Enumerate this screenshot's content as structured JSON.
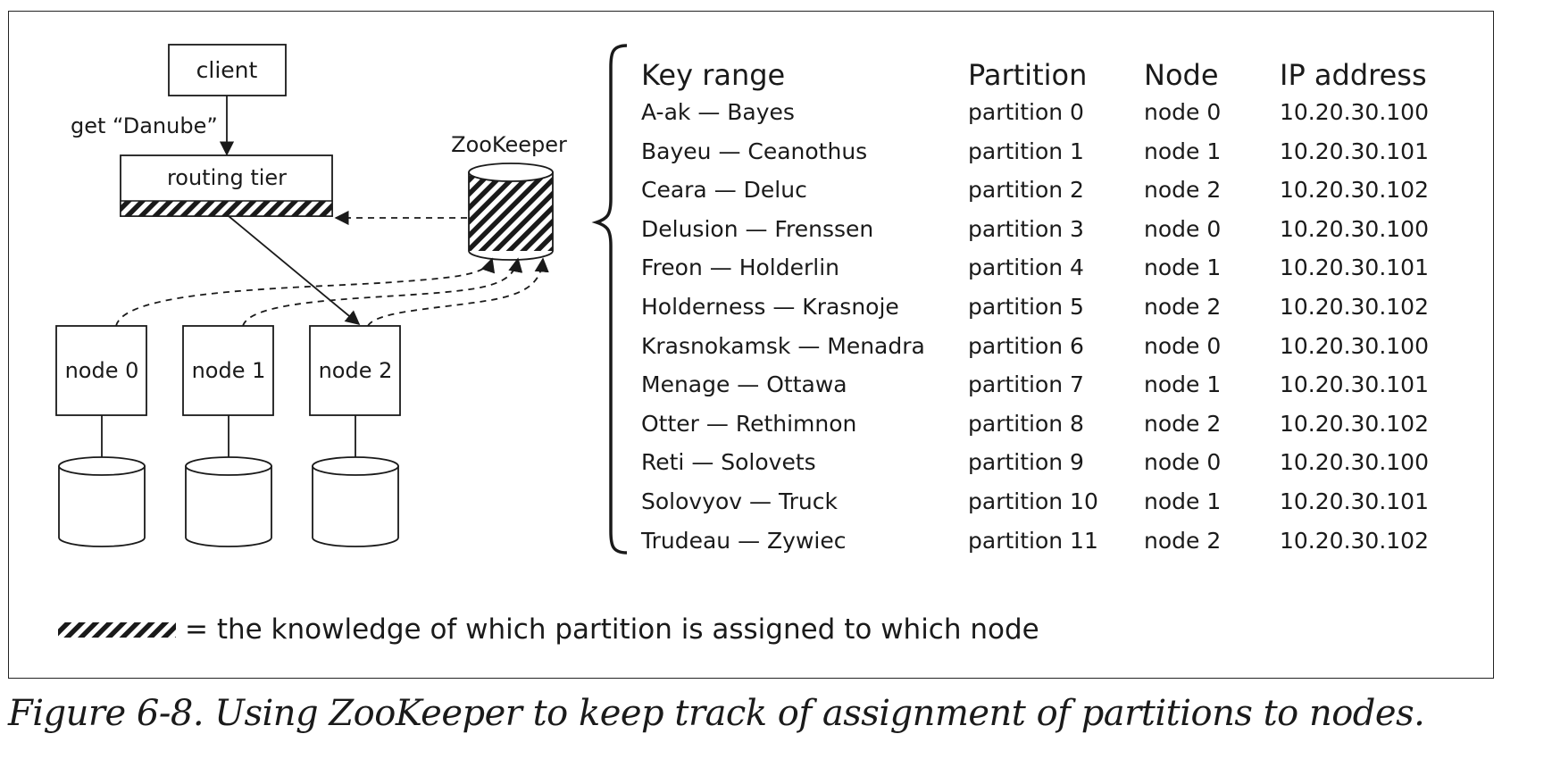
{
  "diagram": {
    "client_label": "client",
    "request_label": "get “Danube”",
    "routing_tier_label": "routing tier",
    "zookeeper_label": "ZooKeeper",
    "nodes": [
      "node 0",
      "node 1",
      "node 2"
    ]
  },
  "table": {
    "headers": [
      "Key range",
      "Partition",
      "Node",
      "IP address"
    ],
    "rows": [
      [
        "A-ak — Bayes",
        "partition 0",
        "node 0",
        "10.20.30.100"
      ],
      [
        "Bayeu — Ceanothus",
        "partition 1",
        "node 1",
        "10.20.30.101"
      ],
      [
        "Ceara — Deluc",
        "partition 2",
        "node 2",
        "10.20.30.102"
      ],
      [
        "Delusion — Frenssen",
        "partition 3",
        "node 0",
        "10.20.30.100"
      ],
      [
        "Freon — Holderlin",
        "partition 4",
        "node 1",
        "10.20.30.101"
      ],
      [
        "Holderness — Krasnoje",
        "partition 5",
        "node 2",
        "10.20.30.102"
      ],
      [
        "Krasnokamsk — Menadra",
        "partition 6",
        "node 0",
        "10.20.30.100"
      ],
      [
        "Menage — Ottawa",
        "partition 7",
        "node 1",
        "10.20.30.101"
      ],
      [
        "Otter — Rethimnon",
        "partition 8",
        "node 2",
        "10.20.30.102"
      ],
      [
        "Reti — Solovets",
        "partition 9",
        "node 0",
        "10.20.30.100"
      ],
      [
        "Solovyov — Truck",
        "partition 10",
        "node 1",
        "10.20.30.101"
      ],
      [
        "Trudeau — Zywiec",
        "partition 11",
        "node 2",
        "10.20.30.102"
      ]
    ]
  },
  "legend": {
    "text": "= the knowledge of which partition is assigned to which node"
  },
  "caption": "Figure 6-8. Using ZooKeeper to keep track of assignment of partitions to nodes."
}
